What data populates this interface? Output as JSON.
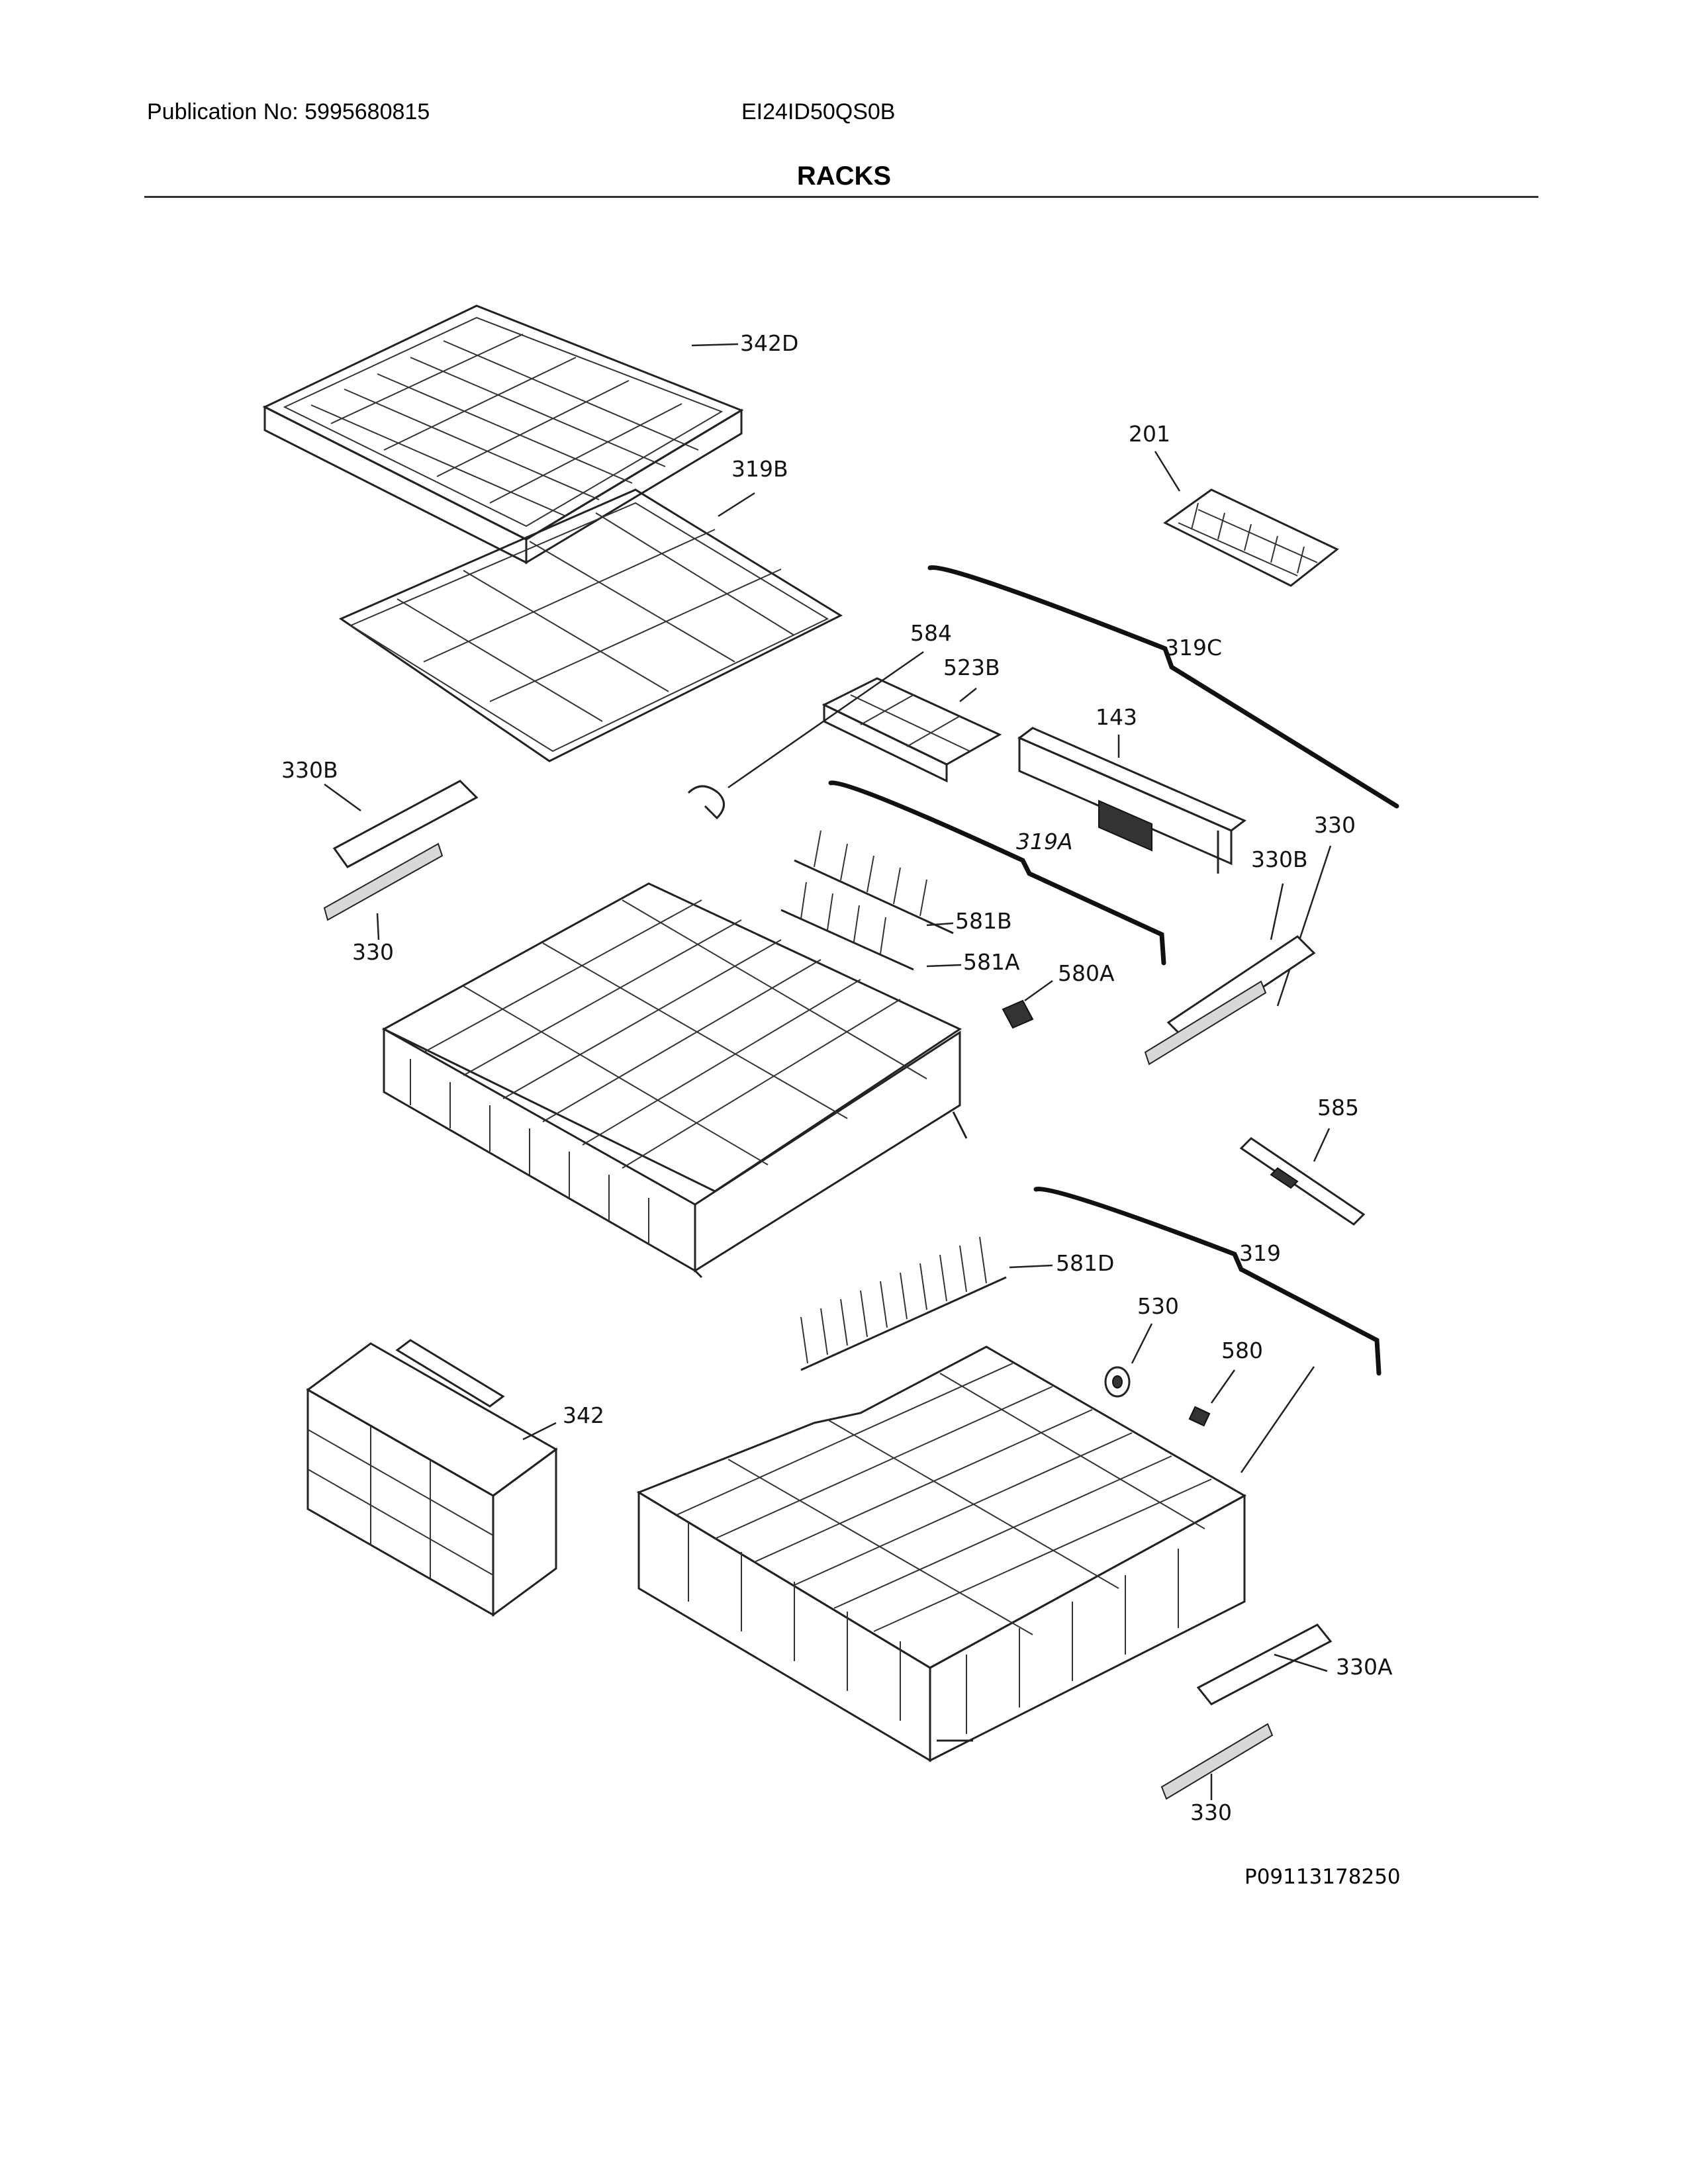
{
  "header": {
    "publication": "Publication No: 5995680815",
    "model": "EI24ID50QS0B",
    "section_title": "RACKS"
  },
  "callouts": {
    "c342D": "342D",
    "c319B": "319B",
    "c201": "201",
    "c584": "584",
    "c319C": "319C",
    "c523B": "523B",
    "c143": "143",
    "c330B_left": "330B",
    "c330_left": "330",
    "c319A": "319A",
    "c330_right": "330",
    "c330B_right": "330B",
    "c581B": "581B",
    "c581A": "581A",
    "c580A": "580A",
    "c585": "585",
    "c319": "319",
    "c581D": "581D",
    "c530": "530",
    "c580": "580",
    "c342": "342",
    "c330A": "330A",
    "c330_bottom": "330"
  },
  "figure_id": "P09113178250"
}
